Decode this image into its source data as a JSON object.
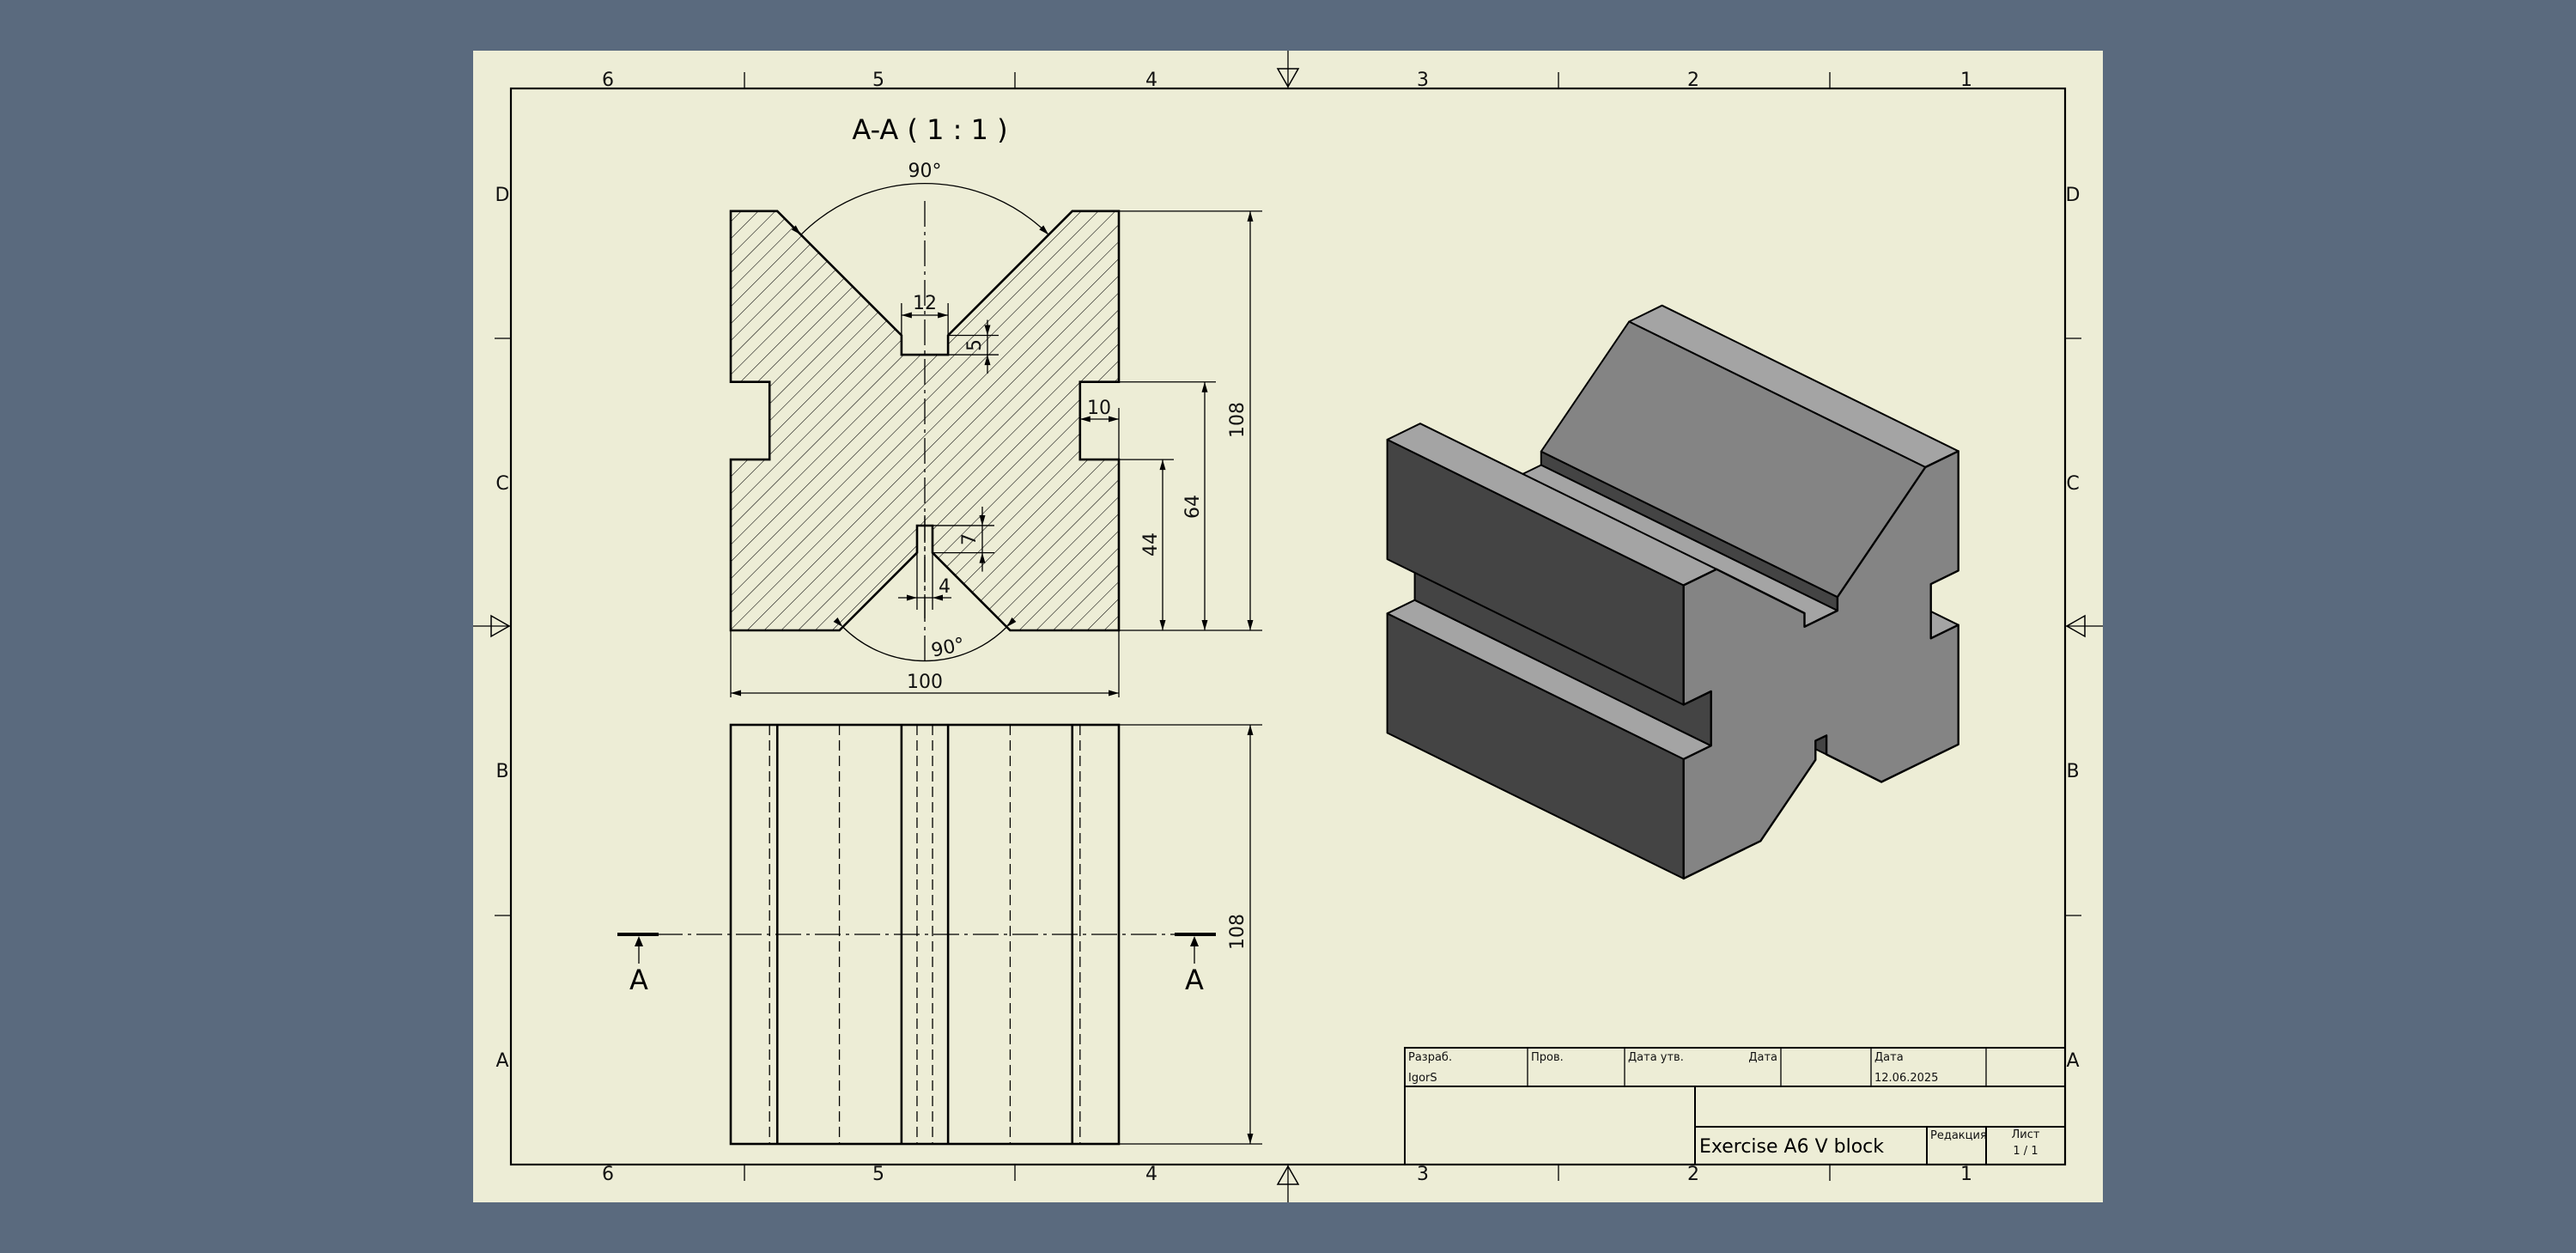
{
  "colors": {
    "background": "#5a6a7e",
    "paper": "#ededd6",
    "face_front": "#848484",
    "face_side": "#444444",
    "face_top": "#a4a4a4"
  },
  "zones": {
    "columns": [
      "6",
      "5",
      "4",
      "3",
      "2",
      "1"
    ],
    "rows": [
      "D",
      "C",
      "B",
      "A"
    ]
  },
  "section_view": {
    "title": "A-A ( 1 : 1 )",
    "dims": {
      "top_angle": "90°",
      "bottom_angle": "90°",
      "groove_width": "12",
      "groove_depth": "5",
      "slot_depth": "10",
      "height": "108",
      "slot_top": "64",
      "slot_bottom": "44",
      "bottom_slot_height": "7",
      "bottom_slot_width": "4",
      "width": "100"
    }
  },
  "front_view": {
    "dims": {
      "length": "108"
    },
    "section_marker_left": "A",
    "section_marker_right": "A"
  },
  "title_block": {
    "developer_label": "Разраб.",
    "developer": "IgorS",
    "checked_label": "Пров.",
    "approval_date_label": "Дата утв.",
    "date_label_1": "Дата",
    "date_label_2": "Дата",
    "date": "12.06.2025",
    "title": "Exercise A6 V block",
    "revision_label": "Редакция",
    "sheet_label": "Лист",
    "sheet": "1 / 1"
  }
}
